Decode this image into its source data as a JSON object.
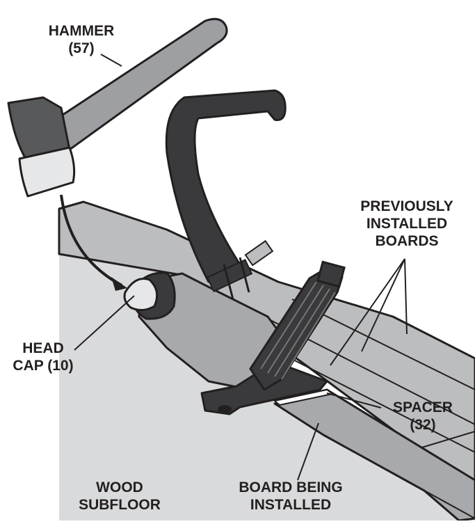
{
  "labels": {
    "hammer": {
      "line1": "HAMMER",
      "line2": "(57)"
    },
    "head_cap": {
      "line1": "HEAD",
      "line2": "CAP (10)"
    },
    "previously_installed": {
      "line1": "PREVIOUSLY",
      "line2": "INSTALLED",
      "line3": "BOARDS"
    },
    "spacer": {
      "line1": "SPACER",
      "line2": "(32)"
    },
    "wood_subfloor": {
      "line1": "WOOD",
      "line2": "SUBFLOOR"
    },
    "board_being_installed": {
      "line1": "BOARD BEING",
      "line2": "INSTALLED"
    }
  },
  "colors": {
    "outline": "#231f20",
    "subfloor": "#d9dadb",
    "boards": "#bcbdbf",
    "tool_body": "#a7a9ac",
    "tool_dark": "#3a3a3c",
    "head_cap": "#e6e7e8",
    "hammer_handle": "#9d9fa2",
    "hammer_head": "#58595b"
  }
}
